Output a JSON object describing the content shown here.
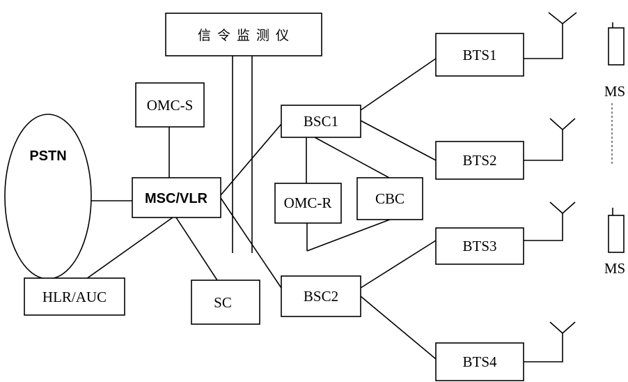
{
  "nodes": {
    "monitor": "信令监测仪",
    "omc_s": "OMC-S",
    "pstn": "PSTN",
    "msc_vlr": "MSC/VLR",
    "hlr_auc": "HLR/AUC",
    "sc": "SC",
    "bsc1": "BSC1",
    "bsc2": "BSC2",
    "omc_r": "OMC-R",
    "cbc": "CBC",
    "bts1": "BTS1",
    "bts2": "BTS2",
    "bts3": "BTS3",
    "bts4": "BTS4",
    "ms_top": "MS",
    "ms_bottom": "MS"
  },
  "colors": {
    "line": "#000000",
    "background": "#ffffff"
  }
}
